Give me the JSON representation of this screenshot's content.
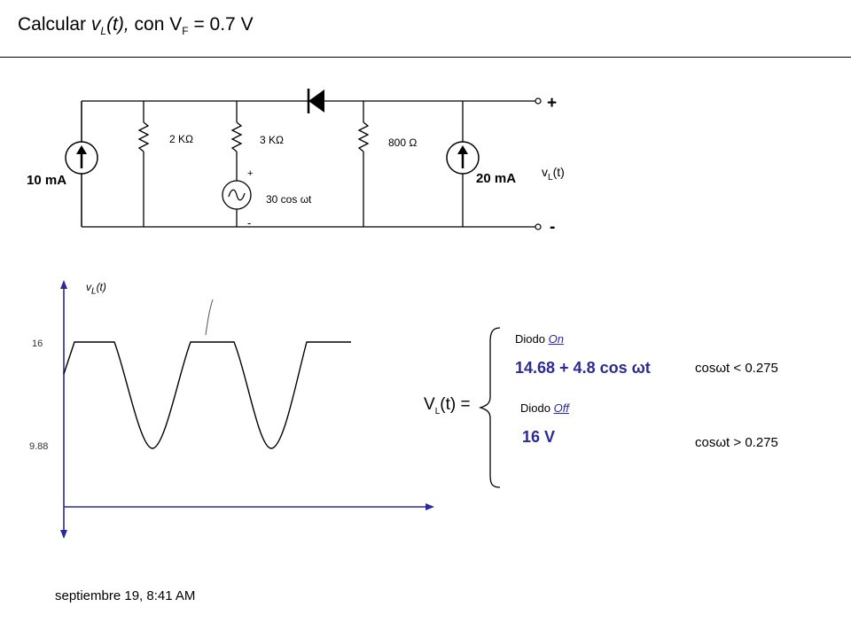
{
  "slide": {
    "title_prefix": "Calcular ",
    "title_var": "v",
    "title_var_sub": "L",
    "title_var_suffix": "(t),",
    "title_mid": " con V",
    "title_sub": "F",
    "title_suffix": " = 0.7 V",
    "timestamp": "septiembre 19, 8:41 AM"
  },
  "circuit": {
    "source_left": "10 mA",
    "source_right": "20 mA",
    "r1": "2 KΩ",
    "r2": "3 KΩ",
    "r3": "800 Ω",
    "ac_source": "30 cos ωt",
    "ac_plus": "+",
    "ac_minus": "-",
    "out_plus": "+",
    "out_minus": "-",
    "out_label_v": "v",
    "out_label_sub": "L",
    "out_label_t": "(t)"
  },
  "graph": {
    "y_label_v": "v",
    "y_label_sub": "L",
    "y_label_t": "(t)",
    "tick_high": "16",
    "tick_low": "9.88"
  },
  "equation": {
    "lhs_v": "V",
    "lhs_sub": "L",
    "lhs_t": "(t) =",
    "case1_prefix": "Diodo ",
    "case1_state": "On",
    "case1_expr": "14.68 + 4.8 cos ωt",
    "case1_cond": "cosωt  < 0.275",
    "case2_prefix": "Diodo ",
    "case2_state": "Off",
    "case2_expr": "16 V",
    "case2_cond": "cosωt  > 0.275"
  },
  "colors": {
    "accent": "#2a2a9a",
    "line": "#000000"
  }
}
